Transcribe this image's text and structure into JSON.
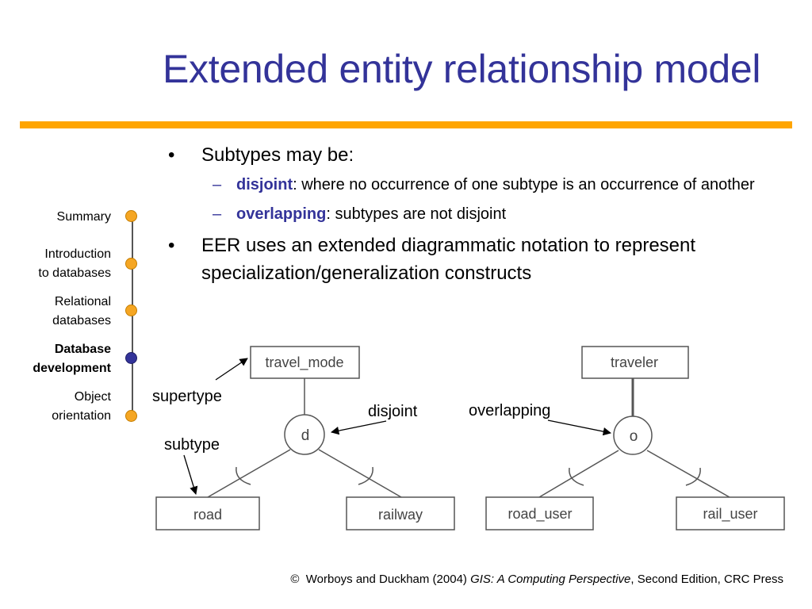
{
  "slide": {
    "title": "Extended entity relationship model"
  },
  "nav": {
    "items": [
      {
        "lines": [
          "Summary"
        ],
        "active": false
      },
      {
        "lines": [
          "Introduction",
          "to databases"
        ],
        "active": false
      },
      {
        "lines": [
          "Relational",
          "databases"
        ],
        "active": false
      },
      {
        "lines": [
          "Database",
          "development"
        ],
        "active": true
      },
      {
        "lines": [
          "Object",
          "orientation"
        ],
        "active": false
      }
    ]
  },
  "bullets": {
    "bullet_mark": "•",
    "dash_mark": "–",
    "b1": "Subtypes may be:",
    "disjoint_term": "disjoint",
    "disjoint_text": ": where no occurrence of one subtype is an occurrence of another",
    "overlapping_term": "overlapping",
    "overlapping_text": ": subtypes are not disjoint",
    "b2": "EER uses an extended diagrammatic notation to represent specialization/generalization constructs"
  },
  "diagram": {
    "left": {
      "supertype": "travel_mode",
      "constraint": "d",
      "subtypes": [
        "road",
        "railway"
      ]
    },
    "right": {
      "supertype": "traveler",
      "constraint": "o",
      "subtypes": [
        "road_user",
        "rail_user"
      ]
    },
    "annotations": {
      "supertype": "supertype",
      "subtype": "subtype",
      "disjoint": "disjoint",
      "overlapping": "overlapping"
    }
  },
  "footer": {
    "copyright": "©",
    "authors": "Worboys and Duckham (2004)",
    "book": "GIS: A Computing Perspective",
    "rest": ", Second Edition, CRC Press"
  }
}
